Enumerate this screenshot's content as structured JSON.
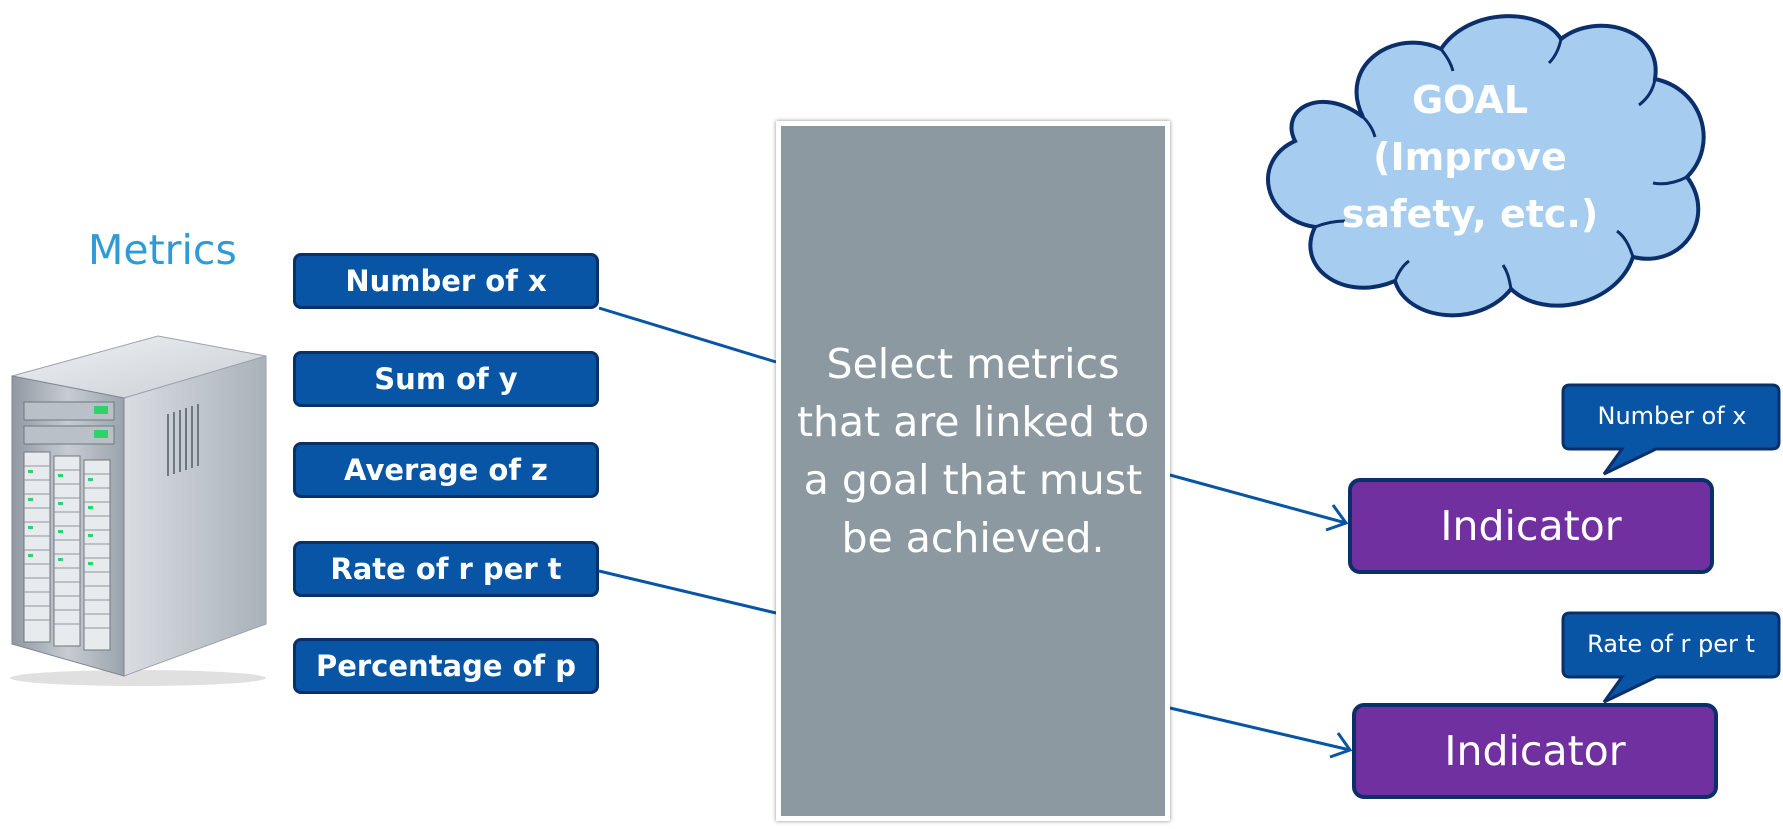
{
  "metrics_label": "Metrics",
  "metrics": [
    {
      "label": "Number of x"
    },
    {
      "label": "Sum of y"
    },
    {
      "label": "Average of z"
    },
    {
      "label": "Rate of r per t"
    },
    {
      "label": "Percentage of p"
    }
  ],
  "center_box": {
    "lines": [
      "Select metrics",
      "that are linked to",
      "a goal that must",
      "be achieved."
    ]
  },
  "goal": {
    "lines": [
      "GOAL",
      "(Improve",
      "safety, etc.)"
    ]
  },
  "indicators": [
    {
      "label": "Indicator",
      "callout": "Number of  x"
    },
    {
      "label": "Indicator",
      "callout": "Rate of r per t"
    }
  ],
  "icons": {
    "server": "server-tower-icon",
    "goal_shape": "cloud-shape",
    "arrowheads": "open-arrowhead"
  },
  "colors": {
    "metric_fill": "#0755a4",
    "metric_border": "#0b2f6b",
    "center_box": "#8c99a1",
    "cloud_fill": "#a6cdf0",
    "cloud_border": "#0b2f6b",
    "indicator_fill": "#7030a0",
    "callout_fill": "#0755a4",
    "connector": "#0755a4",
    "metrics_label": "#2e9bd6"
  }
}
